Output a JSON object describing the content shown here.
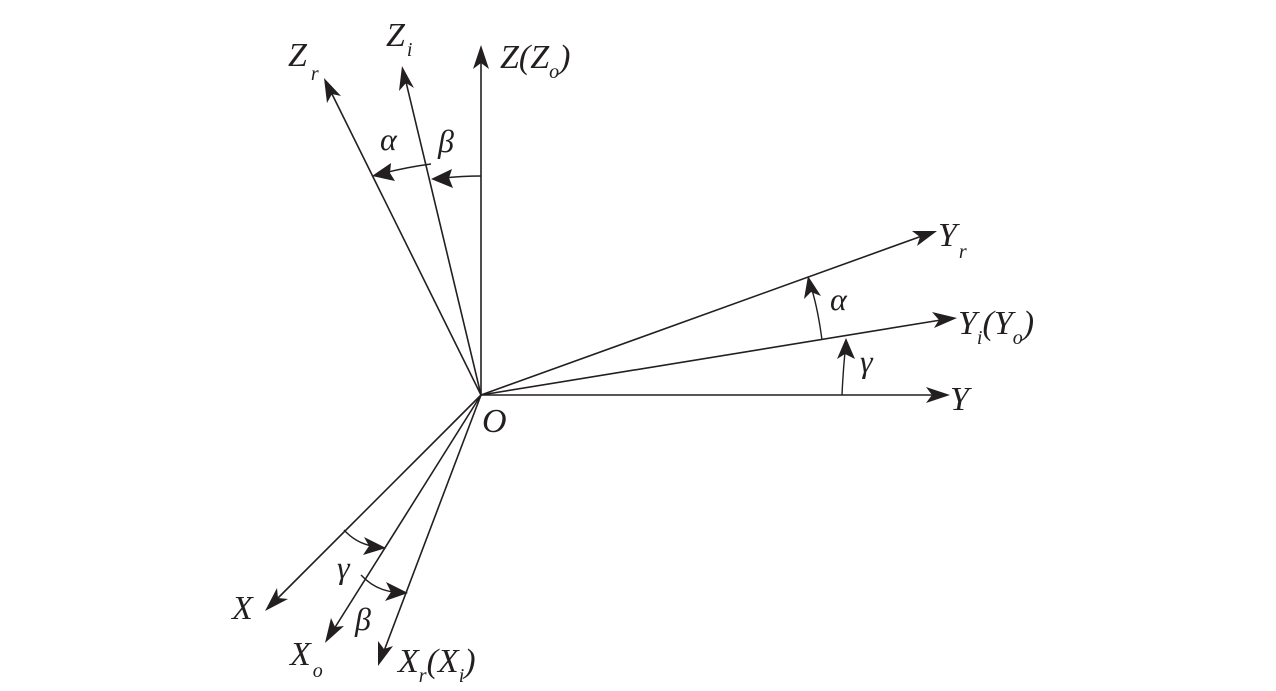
{
  "diagram": {
    "origin_label": "O",
    "colors": {
      "stroke": "#231f20",
      "background": "#ffffff"
    },
    "axes": {
      "z": {
        "main": "Z",
        "sub": "",
        "paren": "(",
        "paren_main": "Z",
        "paren_sub": "o",
        "paren_close": ")"
      },
      "zi": {
        "main": "Z",
        "sub": "i"
      },
      "zr": {
        "main": "Z",
        "sub": "r"
      },
      "y": {
        "main": "Y"
      },
      "yi": {
        "main": "Y",
        "sub": "i",
        "paren": "(",
        "paren_main": "Y",
        "paren_sub": "o",
        "paren_close": ")"
      },
      "yr": {
        "main": "Y",
        "sub": "r"
      },
      "x": {
        "main": "X"
      },
      "xo": {
        "main": "X",
        "sub": "o"
      },
      "xr": {
        "main": "X",
        "sub": "r",
        "paren": "(",
        "paren_main": "X",
        "paren_sub": "i",
        "paren_close": ")"
      }
    },
    "angles": {
      "alpha_z": "α",
      "beta_z": "β",
      "alpha_y": "α",
      "gamma_y": "γ",
      "gamma_x": "γ",
      "beta_x": "β"
    }
  }
}
